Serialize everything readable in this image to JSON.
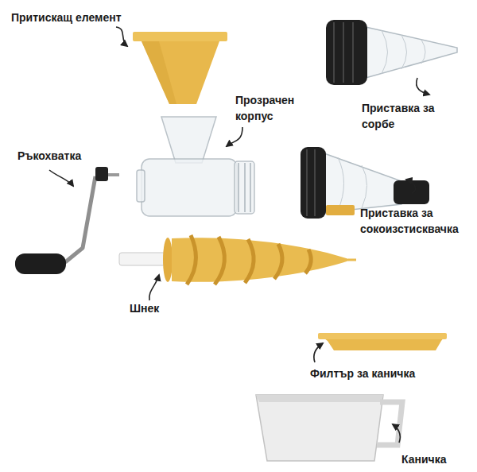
{
  "diagram": {
    "labels": [
      "Притискащ елемент",
      "Прозрачен корпус",
      "Приставка за сорбе",
      "Ръкохватка",
      "Приставка за сокоизстисквачка",
      "Шнек",
      "Филтър за каничка",
      "Каничка"
    ]
  }
}
